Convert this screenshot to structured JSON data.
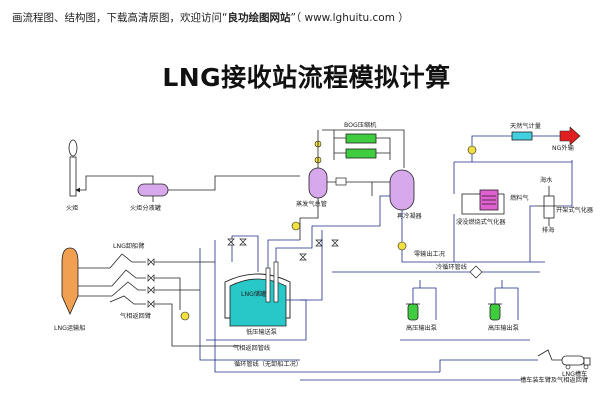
{
  "banner": {
    "prefix": "画流程图、结构图，下载高清原图，欢迎访问“",
    "site_name": "良功绘图网站",
    "suffix": "”（ www.lghuitu.com ）"
  },
  "title": "LNG接收站流程模拟计算",
  "labels": {
    "flare": "火炬",
    "flare_ko_drum": "火炬分液罐",
    "lng_unloading_arm": "LNG卸船臂",
    "vapor_return_arm": "气相返回臂",
    "lng_carrier": "LNG运输船",
    "bog_compressor": "BOG压缩机",
    "bog_header": "蒸发气总管",
    "lng_tank": "LNG储罐",
    "lp_pump": "低压输送泵",
    "vapor_return_line": "气相返回管线",
    "circulation_line": "循环管线（无卸船工况）",
    "recondenser": "再冷凝器",
    "zero_export": "零输出工况",
    "cold_circ_line": "冷循环管线",
    "hp_pump_1": "高压输出泵",
    "hp_pump_2": "高压输出泵",
    "scv": "浸没燃烧式气化器",
    "fuel_gas": "燃料气",
    "seawater": "海水",
    "orv": "开架式气化器",
    "drain": "排海",
    "gas_meter": "天然气计量",
    "ng_export": "NG外输",
    "lng_truck": "LNG槽车",
    "truck_arm": "槽车装车臂及气相返回臂"
  },
  "colors": {
    "pipe": "#1b2a8a",
    "tank_fill": "#28c8c8",
    "vessel_orange": "#f0a050",
    "vessel_purple": "#d7a8ec",
    "compressor_green": "#3fcc3f",
    "valve_yellow": "#f2e040",
    "scv_pink": "#e060d0",
    "meter_cyan": "#40d0e0",
    "arrow_red": "#e02020"
  }
}
